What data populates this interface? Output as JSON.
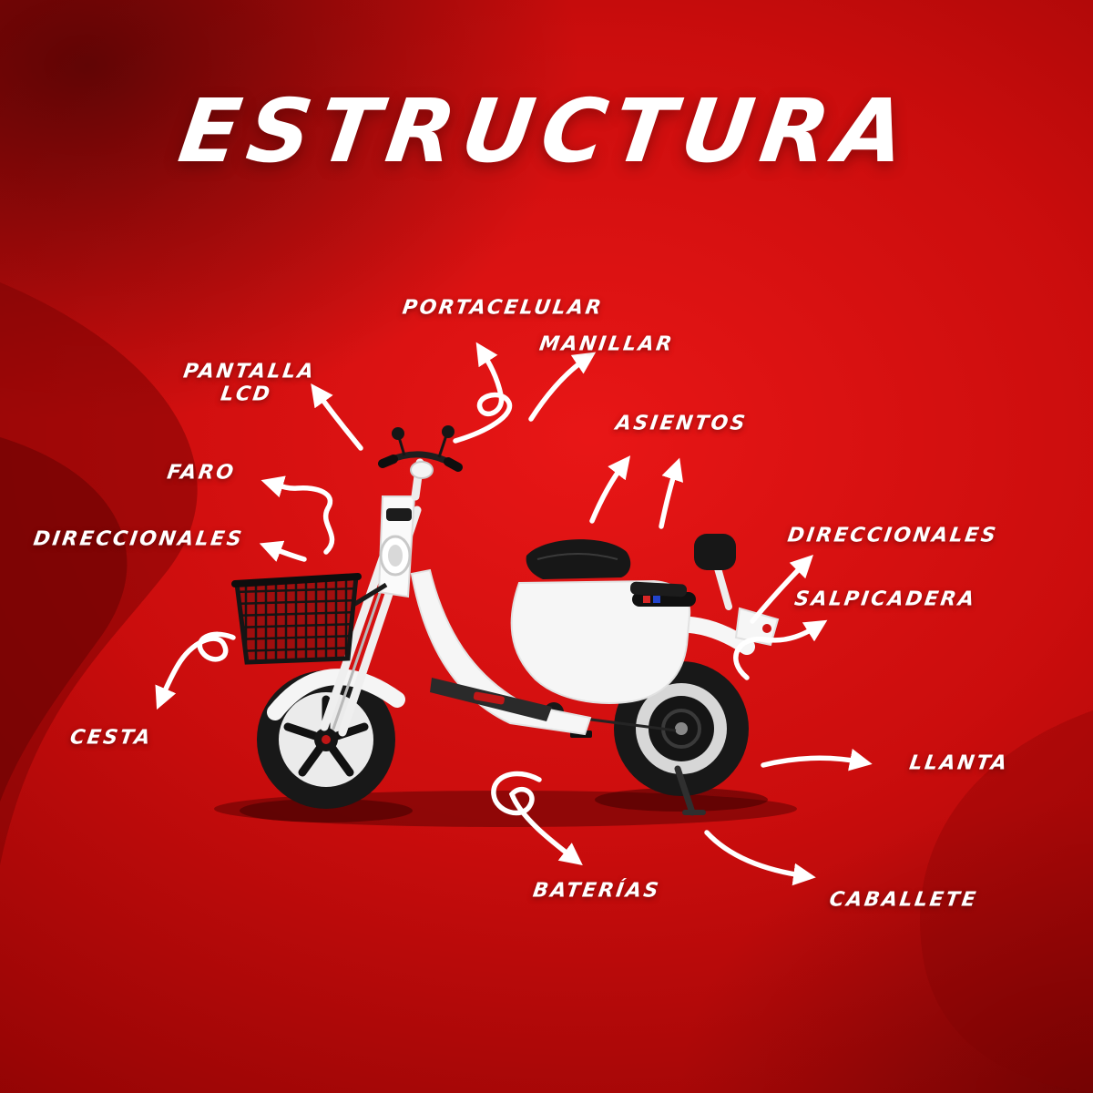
{
  "title": "ESTRUCTURA",
  "labels": {
    "portacelular": "PORTACELULAR",
    "manillar": "MANILLAR",
    "pantalla_line1": "PANTALLA",
    "pantalla_line2": "LCD",
    "faro": "FARO",
    "direccionales_left": "DIRECCIONALES",
    "asientos": "ASIENTOS",
    "direccionales_right": "DIRECCIONALES",
    "salpicadera": "SALPICADERA",
    "cesta": "CESTA",
    "llanta": "LLANTA",
    "baterias": "BATERÍAS",
    "caballete": "CABALLETE"
  },
  "colors": {
    "background_bright": "#e81616",
    "background_dark": "#6b0202",
    "label_text": "#ffffff",
    "arrows": "#ffffff",
    "scooter_body": "#f6f6f6",
    "scooter_seat": "#171717"
  }
}
